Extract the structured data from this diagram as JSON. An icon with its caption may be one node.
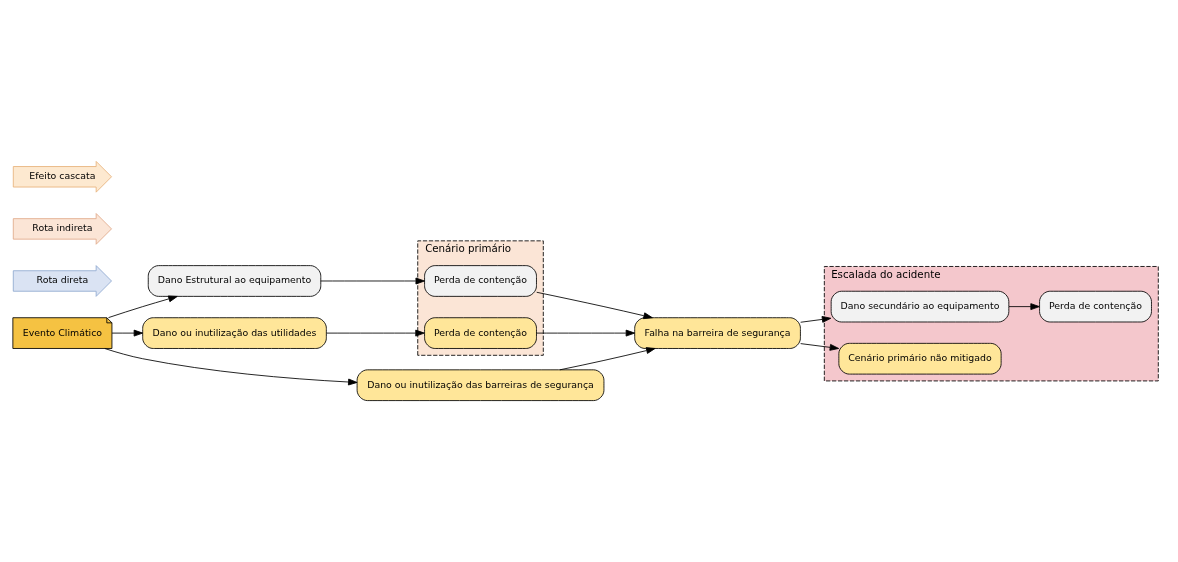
{
  "diagram": {
    "nodes": [
      {
        "text": [
          "Evento Climático"
        ]
      },
      {
        "text": [
          "Dano Estrutural ao equipamento"
        ]
      },
      {
        "text": [
          "Cenário primário"
        ]
      },
      {
        "text": [
          "Perda de contenção"
        ],
        "in": 2
      },
      {
        "text": [
          "Dano ou inutilização das utilidades"
        ]
      },
      {
        "text": [
          "Perda de contenção"
        ],
        "in": 2
      },
      {
        "text": [
          "Dano ou inutilização das barreiras de segurança"
        ]
      },
      {
        "text": [
          "Falha na barreira de segurança"
        ]
      },
      {
        "text": [
          "Escalada do acidente"
        ]
      },
      {
        "text": [
          "Perda de contenção"
        ],
        "in": 8
      },
      {
        "text": [
          "Dano secundário ao equipamento"
        ],
        "in": 8
      },
      {
        "text": [
          "Cenário primário não mitigado"
        ],
        "in": 8
      },
      {
        "text": [
          "Rota direta"
        ]
      },
      {
        "text": [
          "Rota indireta"
        ]
      },
      {
        "text": [
          "Efeito cascata"
        ]
      }
    ],
    "edges": [
      {
        "from": 0,
        "to": 1,
        "arrow": "to"
      },
      {
        "from": 0,
        "to": 4,
        "arrow": "to"
      },
      {
        "from": 0,
        "to": 6,
        "arrow": "to"
      },
      {
        "from": 1,
        "to": 3,
        "arrow": "to"
      },
      {
        "from": 3,
        "to": 7,
        "arrow": "to"
      },
      {
        "from": 4,
        "to": 5,
        "arrow": "to"
      },
      {
        "from": 5,
        "to": 7,
        "arrow": "to"
      },
      {
        "from": 6,
        "to": 7,
        "arrow": "to"
      },
      {
        "from": 7,
        "to": 10,
        "arrow": "to"
      },
      {
        "from": 7,
        "to": 11,
        "arrow": "to"
      },
      {
        "from": 10,
        "to": 9,
        "arrow": "to"
      }
    ]
  }
}
